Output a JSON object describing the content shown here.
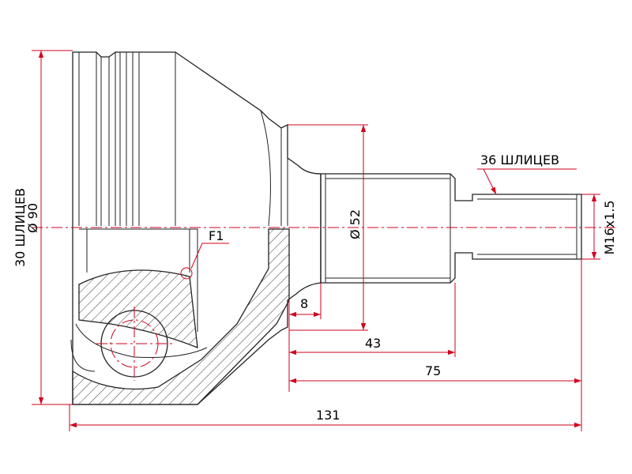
{
  "labels": {
    "outer_spline": "30 ШЛИЦЕВ",
    "outer_diameter": "Ø 90",
    "fit_mark": "F1",
    "shaft_diameter": "Ø 52",
    "inner_spline": "36 ШЛИЦЕВ",
    "thread": "M16x1.5",
    "dim_shoulder": "8",
    "dim_spline_length": "43",
    "dim_shaft_length": "75",
    "dim_total_length": "131"
  },
  "colors": {
    "dimension_lines": "#d0021b",
    "part_outline": "#222222"
  }
}
